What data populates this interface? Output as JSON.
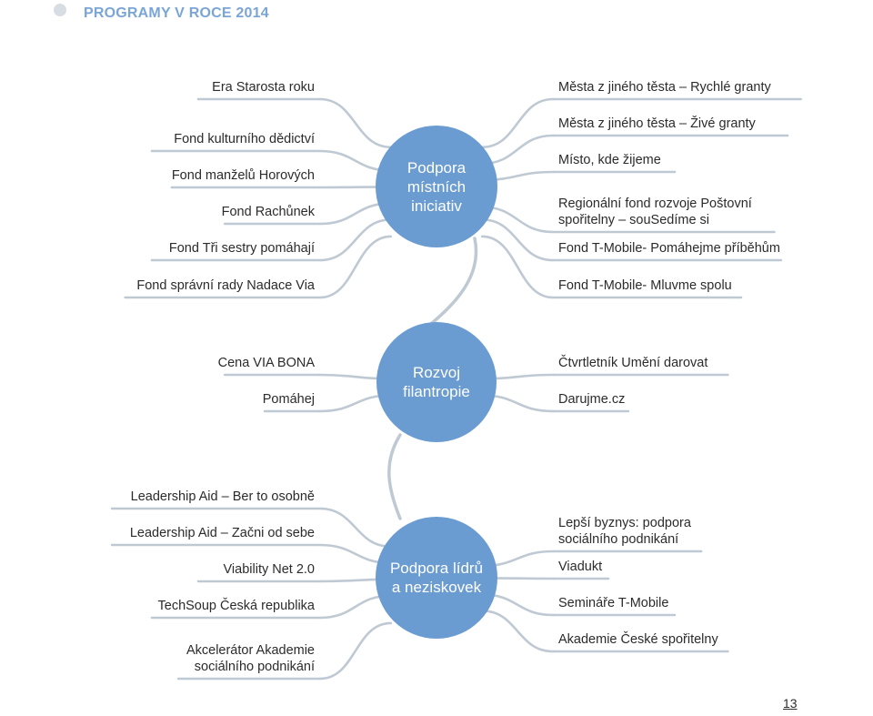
{
  "header": {
    "title": "PROGRAMY V ROCE 2014"
  },
  "page_number": "13",
  "colors": {
    "hub": "#6a9bd1",
    "branch": "#bfc9d4",
    "accent": "#7aa5d6"
  },
  "groups": [
    {
      "title_lines": [
        "Podpora",
        "místních",
        "iniciativ"
      ],
      "left": [
        {
          "lines": [
            "Era Starosta roku"
          ]
        },
        {
          "lines": [
            "Fond kulturního dědictví"
          ]
        },
        {
          "lines": [
            "Fond manželů Horových"
          ]
        },
        {
          "lines": [
            "Fond Rachůnek"
          ]
        },
        {
          "lines": [
            "Fond Tři sestry pomáhají"
          ]
        },
        {
          "lines": [
            "Fond správní rady Nadace Via"
          ]
        }
      ],
      "right": [
        {
          "lines": [
            "Města z jiného těsta – Rychlé granty"
          ]
        },
        {
          "lines": [
            "Města z jiného těsta – Živé granty"
          ]
        },
        {
          "lines": [
            "Místo, kde žijeme"
          ]
        },
        {
          "lines": [
            "Regionální fond rozvoje Poštovní",
            "spořitelny – souSedíme si"
          ]
        },
        {
          "lines": [
            "Fond T-Mobile- Pomáhejme příběhům"
          ]
        },
        {
          "lines": [
            "Fond T-Mobile- Mluvme spolu"
          ]
        }
      ]
    },
    {
      "title_lines": [
        "Rozvoj",
        "filantropie"
      ],
      "left": [
        {
          "lines": [
            "Cena VIA BONA"
          ]
        },
        {
          "lines": [
            "Pomáhej"
          ]
        }
      ],
      "right": [
        {
          "lines": [
            "Čtvrtletník Umění darovat"
          ]
        },
        {
          "lines": [
            "Darujme.cz"
          ]
        }
      ]
    },
    {
      "title_lines": [
        "Podpora lídrů",
        "a neziskovek"
      ],
      "left": [
        {
          "lines": [
            "Leadership Aid – Ber to osobně"
          ]
        },
        {
          "lines": [
            "Leadership Aid – Začni od sebe"
          ]
        },
        {
          "lines": [
            "Viability Net 2.0"
          ]
        },
        {
          "lines": [
            "TechSoup Česká republika"
          ]
        },
        {
          "lines": [
            "Akcelerátor Akademie",
            "sociálního podnikání"
          ]
        }
      ],
      "right": [
        {
          "lines": [
            "Lepší byznys: podpora",
            "sociálního podnikání"
          ]
        },
        {
          "lines": [
            "Viadukt"
          ]
        },
        {
          "lines": [
            "Semináře T-Mobile"
          ]
        },
        {
          "lines": [
            "Akademie České spořitelny"
          ]
        }
      ]
    }
  ]
}
